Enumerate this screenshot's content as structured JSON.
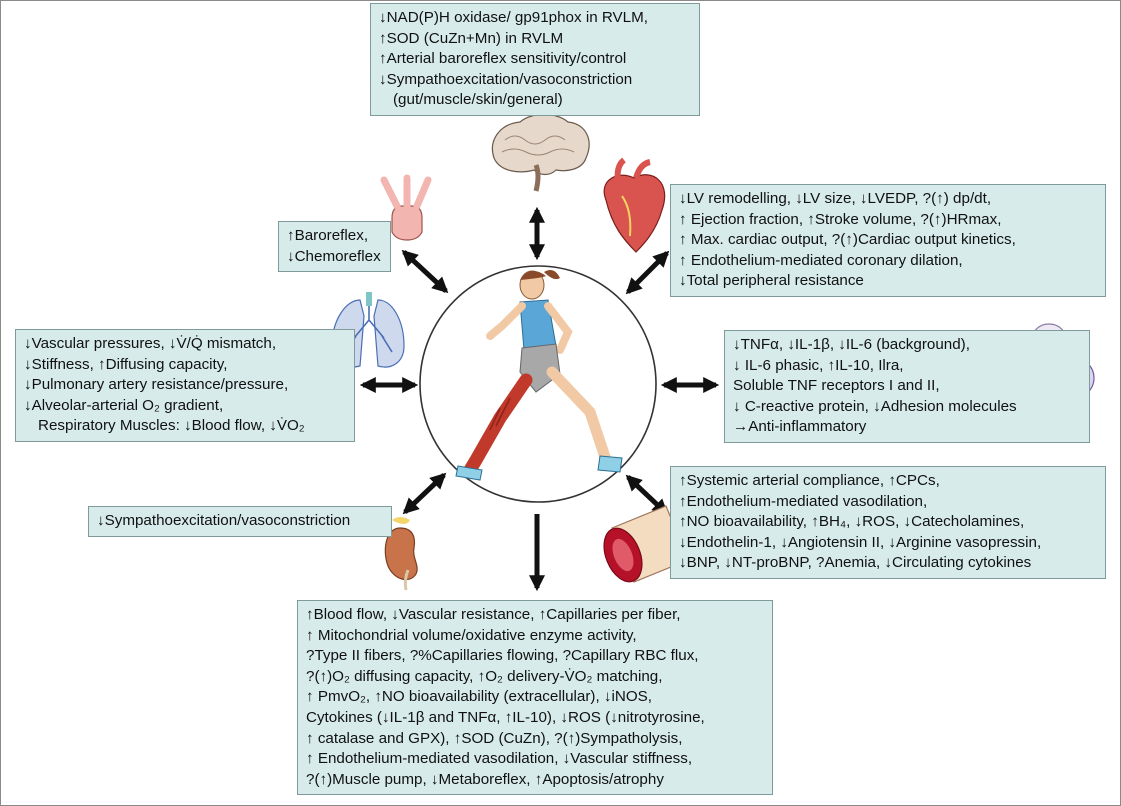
{
  "boxes": {
    "brain": {
      "lines": [
        "↓NAD(P)H oxidase/ gp91phox in RVLM,",
        "↑SOD (CuZn+Mn) in RVLM",
        "↑Arterial baroreflex sensitivity/control",
        "↓Sympathoexcitation/vasoconstriction",
        "(gut/muscle/skin/general)"
      ]
    },
    "carotid": {
      "lines": [
        "↑Baroreflex,",
        "↓Chemoreflex"
      ]
    },
    "heart": {
      "lines": [
        "↓LV remodelling, ↓LV size, ↓LVEDP, ?(↑) dp/dt,",
        "↑ Ejection fraction, ↑Stroke volume, ?(↑)HRmax,",
        "↑ Max. cardiac output, ?(↑)Cardiac output kinetics,",
        "↑ Endothelium-mediated coronary dilation,",
        "↓Total peripheral resistance"
      ]
    },
    "lung": {
      "lines": [
        "↓Vascular pressures, ↓V̇/Q̇ mismatch,",
        "↓Stiffness, ↑Diffusing capacity,",
        "↓Pulmonary artery resistance/pressure,",
        "↓Alveolar-arterial O₂ gradient,",
        "Respiratory Muscles: ↓Blood flow, ↓V̇O₂"
      ]
    },
    "immune": {
      "lines": [
        "↓TNFα, ↓IL-1β, ↓IL-6 (background),",
        "↓ IL-6 phasic, ↑IL-10, Ilra,",
        "Soluble TNF receptors I and II,",
        "↓ C-reactive protein, ↓Adhesion molecules",
        "→Anti-inflammatory"
      ]
    },
    "kidney": {
      "lines": [
        "↓Sympathoexcitation/vasoconstriction"
      ]
    },
    "vessel": {
      "lines": [
        "↑Systemic arterial compliance, ↑CPCs,",
        "↑Endothelium-mediated vasodilation,",
        "↑NO bioavailability, ↑BH₄, ↓ROS, ↓Catecholamines,",
        "↓Endothelin-1, ↓Angiotensin II, ↓Arginine vasopressin,",
        "↓BNP, ↓NT-proBNP, ?Anemia, ↓Circulating cytokines"
      ]
    },
    "muscle": {
      "lines": [
        "↑Blood flow, ↓Vascular resistance, ↑Capillaries per fiber,",
        "↑ Mitochondrial volume/oxidative enzyme activity,",
        "?Type II fibers, ?%Capillaries flowing, ?Capillary RBC flux,",
        "?(↑)O₂ diffusing capacity, ↑O₂ delivery-V̇O₂ matching,",
        "↑ PmvO₂, ↑NO bioavailability (extracellular), ↓iNOS,",
        "Cytokines (↓IL-1β and TNFα, ↑IL-10), ↓ROS (↓nitrotyrosine,",
        "↑ catalase and GPX), ↑SOD (CuZn), ?(↑)Sympatholysis,",
        "↑ Endothelium-mediated vasodilation, ↓Vascular stiffness,",
        "?(↑)Muscle pump, ↓Metaboreflex, ↑Apoptosis/atrophy"
      ]
    }
  },
  "colors": {
    "box_fill": "#d7ebeb",
    "box_border": "#7f9a9a",
    "arrow": "#111111",
    "shirt": "#5aa6d6",
    "muscle_red": "#c0392b",
    "brain": "#e7d8cc",
    "lung_blue": "#4a6fb5",
    "kidney": "#c8734a",
    "vessel_red": "#b5122a"
  },
  "icons": [
    "brain-icon",
    "aorta-icon",
    "heart-icon",
    "lungs-icon",
    "immune-cells-icon",
    "kidney-icon",
    "blood-vessel-icon",
    "runner-figure"
  ]
}
